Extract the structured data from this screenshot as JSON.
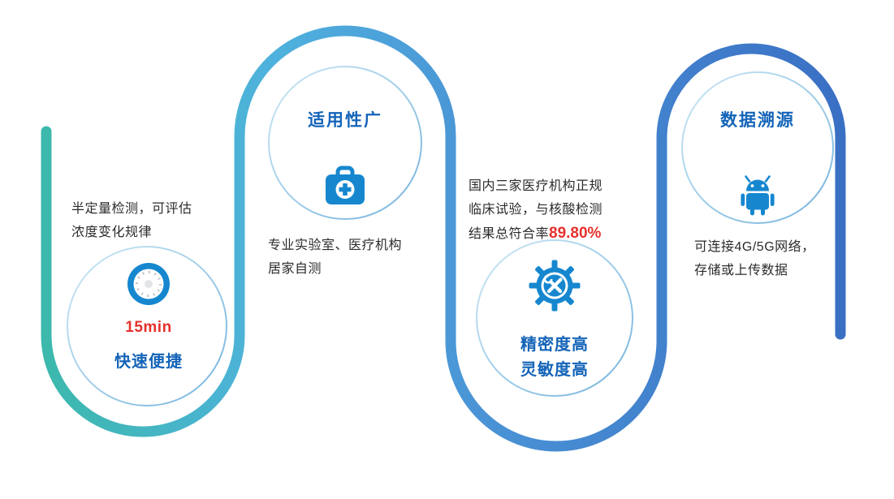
{
  "palette": {
    "line_teal": "#3cb8ac",
    "line_sky": "#4fb2dd",
    "line_blue": "#3a70c4",
    "icon_blue": "#1687cf",
    "title_blue": "#1464b8",
    "accent_red": "#e5312d",
    "body_text": "#2b2b2b",
    "ring_light": "#9fcde9"
  },
  "sections": [
    {
      "id": "quick",
      "icon": "clock-icon",
      "description_lines": [
        "半定量检测，可评估",
        "浓度变化规律"
      ],
      "highlight": "15min",
      "title": "快速便捷"
    },
    {
      "id": "applicability",
      "icon": "first-aid-kit-icon",
      "title": "适用性广",
      "description_lines": [
        "专业实验室、医疗机构",
        "居家自测"
      ]
    },
    {
      "id": "precision",
      "icon": "gear-wrench-icon",
      "description_lines": [
        "国内三家医疗机构正规",
        "临床试验，与核酸检测",
        "结果总符合率"
      ],
      "highlight": "89.80%",
      "title_lines": [
        "精密度高",
        "灵敏度高"
      ]
    },
    {
      "id": "traceability",
      "icon": "android-icon",
      "title": "数据溯源",
      "description_lines": [
        "可连接4G/5G网络，",
        "存储或上传数据"
      ]
    }
  ]
}
